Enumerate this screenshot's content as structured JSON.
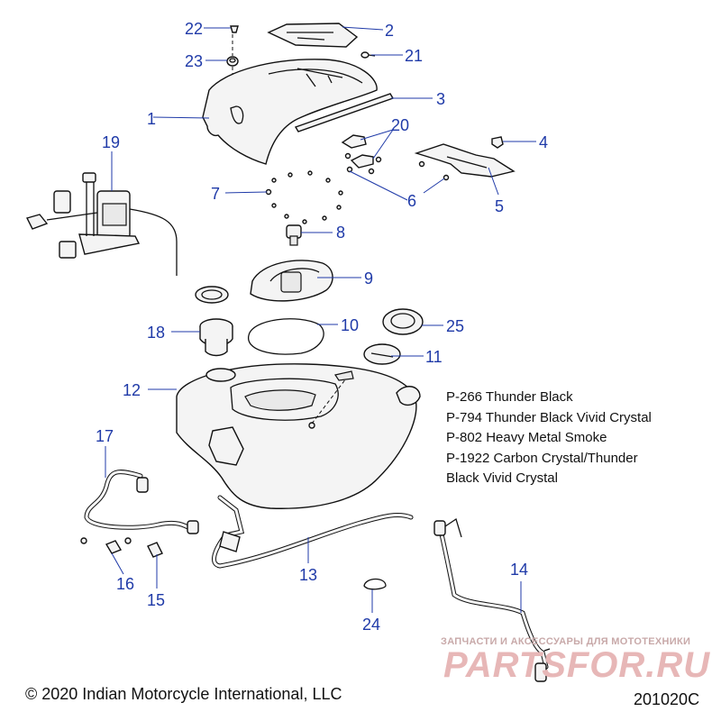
{
  "callouts": [
    {
      "label": "1"
    },
    {
      "label": "2"
    },
    {
      "label": "3"
    },
    {
      "label": "4"
    },
    {
      "label": "5"
    },
    {
      "label": "6"
    },
    {
      "label": "7"
    },
    {
      "label": "8"
    },
    {
      "label": "9"
    },
    {
      "label": "10"
    },
    {
      "label": "11"
    },
    {
      "label": "12"
    },
    {
      "label": "13"
    },
    {
      "label": "14"
    },
    {
      "label": "15"
    },
    {
      "label": "16"
    },
    {
      "label": "17"
    },
    {
      "label": "18"
    },
    {
      "label": "19"
    },
    {
      "label": "20"
    },
    {
      "label": "21"
    },
    {
      "label": "22"
    },
    {
      "label": "23"
    },
    {
      "label": "24"
    },
    {
      "label": "25"
    }
  ],
  "legend": {
    "lines": [
      "P-266 Thunder Black",
      "P-794 Thunder Black Vivid Crystal",
      "P-802 Heavy Metal Smoke",
      "P-1922 Carbon Crystal/Thunder",
      "Black Vivid Crystal"
    ]
  },
  "footer": {
    "copyright": "© 2020 Indian Motorcycle International, LLC",
    "drawing_number": "201020C"
  },
  "watermark": {
    "tagline": "ЗАПЧАСТИ И АКСЕССУАРЫ ДЛЯ МОТОТЕХНИКИ",
    "brand": "PARTSFOR.RU"
  },
  "colors": {
    "callout": "#1f3aa8",
    "linework": "#111111",
    "watermark": "#e7b7b7"
  }
}
